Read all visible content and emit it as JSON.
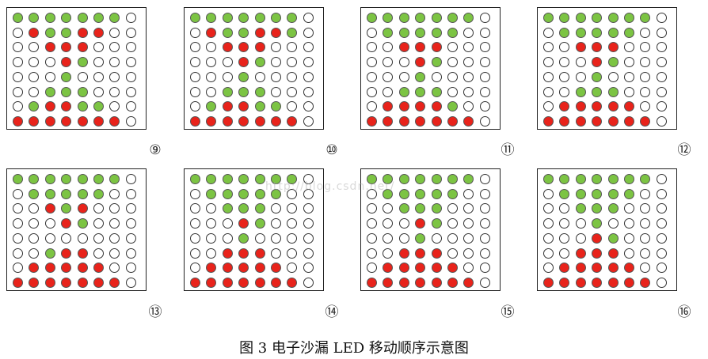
{
  "legend": {
    "g": "#7cc443",
    "r": "#e8231b",
    "o": "#ffffff"
  },
  "panels": [
    {
      "label": "⑨",
      "rows": [
        "gggggggo",
        "orggrroo",
        "oorrrooo",
        "ooorgooo",
        "ooogoooo",
        "oogggooo",
        "ogrrggoo",
        "rrrrrrro"
      ]
    },
    {
      "label": "⑩",
      "rows": [
        "gggggggo",
        "orggrrgo",
        "oorrrooo",
        "ooorgooo",
        "ooogoooo",
        "oogggooo",
        "ogrrggoo",
        "rrrrrrro"
      ]
    },
    {
      "label": "⑪",
      "rows": [
        "gggggggo",
        "ogggggoo",
        "oorrrooo",
        "ooorgooo",
        "ooogoooo",
        "oogggooo",
        "orrrrgoo",
        "rrrrrrro"
      ]
    },
    {
      "label": "⑫",
      "rows": [
        "gggggggo",
        "ogggggoo",
        "oorrrooo",
        "ooorgooo",
        "ooogoooo",
        "oogggooo",
        "orrrrroo",
        "rrrrrrro"
      ]
    },
    {
      "label": "⑬",
      "rows": [
        "gggggggo",
        "ogggggoo",
        "oorgrooo",
        "ooorgooo",
        "oooooooo",
        "oogrrooo",
        "orrrrroo",
        "rrrrrrro"
      ]
    },
    {
      "label": "⑭",
      "rows": [
        "gggggggo",
        "ogggggoo",
        "oogggooo",
        "ooorgooo",
        "ooogoooo",
        "oorrrooo",
        "orrrrroo",
        "rrrrrrro"
      ]
    },
    {
      "label": "⑮",
      "rows": [
        "gggggggo",
        "ogggggoo",
        "oogggooo",
        "ooorgooo",
        "ooogoooo",
        "oorrrooo",
        "orrrrroo",
        "rrrrrrro"
      ]
    },
    {
      "label": "⑯",
      "rows": [
        "gggggggo",
        "ogggggoo",
        "oogggooo",
        "ooogoooo",
        "ooorgooo",
        "oorrrooo",
        "orrrrroo",
        "rrrrrrro"
      ]
    }
  ],
  "caption": "图 3  电子沙漏 LED 移动顺序示意图",
  "watermark": "http://blog.csdn.net/"
}
